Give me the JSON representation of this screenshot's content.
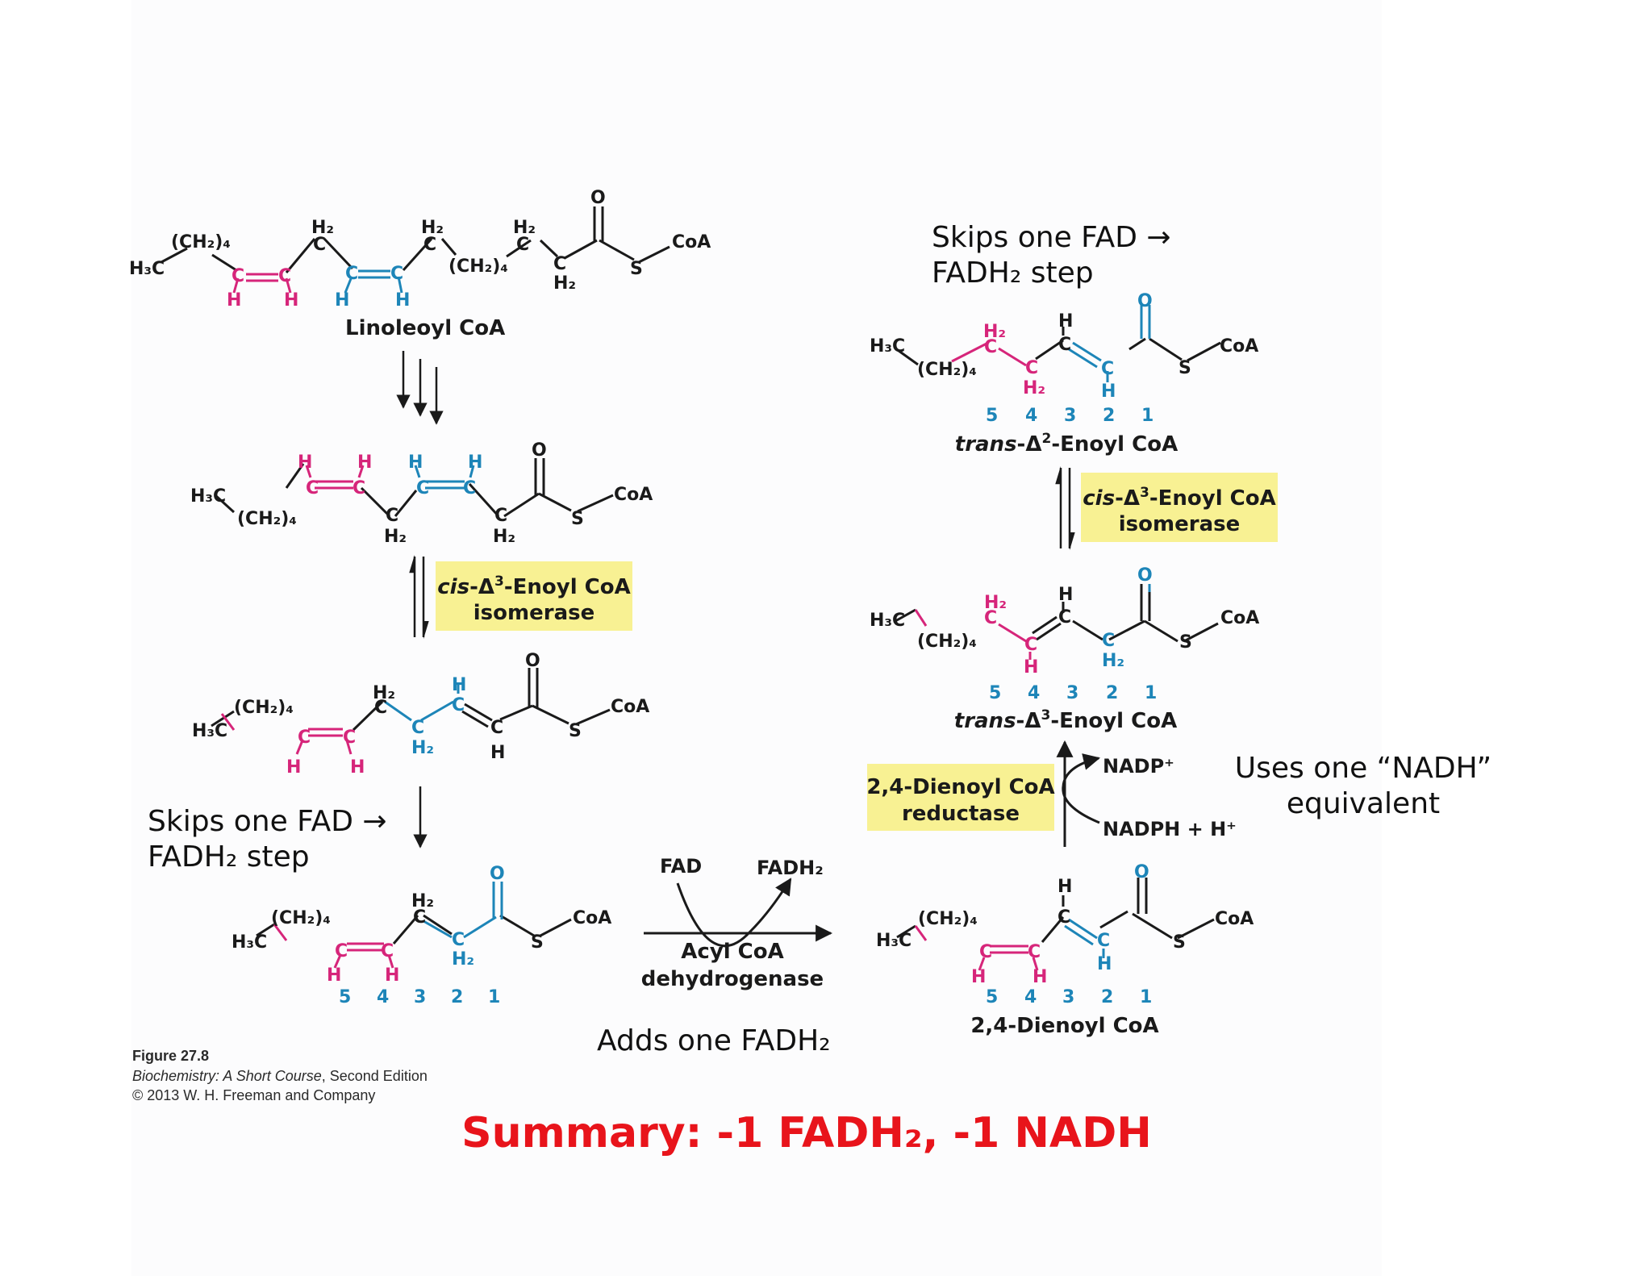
{
  "colors": {
    "magenta": "#d6257a",
    "blue": "#1d85b8",
    "black": "#1a1a1a",
    "enzyme_box": "#f8f193",
    "summary": "#e8141b"
  },
  "molecules": {
    "linoleoyl_name": "Linoleoyl CoA",
    "trans_d2_italic": "trans",
    "trans_d2_rest": "-Δ",
    "trans_d2_sup": "2",
    "trans_d2_end": "-Enoyl CoA",
    "trans_d3_italic": "trans",
    "trans_d3_rest": "-Δ",
    "trans_d3_sup": "3",
    "trans_d3_end": "-Enoyl CoA",
    "dienoyl_name": "2,4-Dienoyl CoA"
  },
  "atoms": {
    "h3c": "H₃C",
    "ch2_4": "(CH₂)₄",
    "h2": "H₂",
    "h": "H",
    "c": "C",
    "o": "O",
    "s": "S",
    "coa": "CoA"
  },
  "numbering": [
    "5",
    "4",
    "3",
    "2",
    "1"
  ],
  "enzymes": {
    "isomerase_italic": "cis",
    "isomerase_delta": "-Δ",
    "isomerase_sup": "3",
    "isomerase_end": "-Enoyl CoA",
    "isomerase_line2": "isomerase",
    "reductase_line1": "2,4-Dienoyl CoA",
    "reductase_line2": "reductase",
    "dehydrogenase_line1": "Acyl CoA",
    "dehydrogenase_line2": "dehydrogenase"
  },
  "cofactors": {
    "fad": "FAD",
    "fadh2": "FADH₂",
    "nadp": "NADP⁺",
    "nadph": "NADPH + H⁺"
  },
  "annotations": {
    "skips_left_line1": "Skips one FAD →",
    "skips_left_line2": "FADH₂ step",
    "skips_right_line1": "Skips one FAD →",
    "skips_right_line2": "FADH₂ step",
    "adds": "Adds one FADH₂",
    "uses_line1": "Uses one “NADH”",
    "uses_line2": "equivalent"
  },
  "caption": {
    "figure": "Figure 27.8",
    "book_italic": "Biochemistry: A Short Course",
    "book_rest": ", Second Edition",
    "copyright": "© 2013 W. H. Freeman and Company"
  },
  "summary": "Summary: -1 FADH₂, -1 NADH"
}
